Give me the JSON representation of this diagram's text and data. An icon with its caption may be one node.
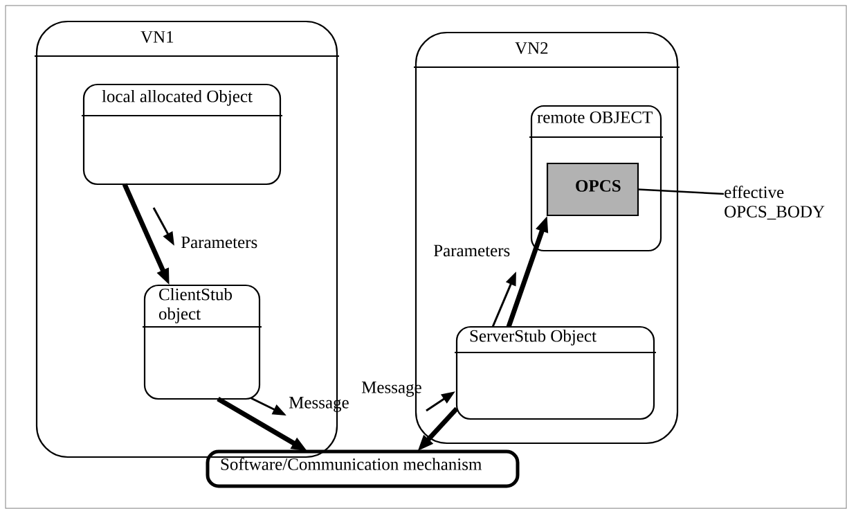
{
  "diagram": {
    "nodes": [
      {
        "text": [
          "VN1"
        ]
      },
      {
        "text": [
          "local allocated Object"
        ],
        "in": 0
      },
      {
        "text": [
          "ClientStub object"
        ],
        "in": 0
      },
      {
        "text": [
          "VN2"
        ]
      },
      {
        "text": [
          "remote OBJECT"
        ],
        "in": 3
      },
      {
        "text": [
          "OPCS"
        ],
        "in": 4
      },
      {
        "text": [
          "ServerStub Object"
        ],
        "in": 3
      },
      {
        "text": [
          "Software/Communication mechanism"
        ]
      },
      {
        "text": [
          "effective OPCS_BODY"
        ]
      }
    ],
    "edges": [
      {
        "from": 1,
        "to": 2,
        "arrow": "to",
        "label": "Parameters"
      },
      {
        "from": 2,
        "to": 7,
        "arrow": "to",
        "label": "Message"
      },
      {
        "from": 6,
        "to": 7,
        "arrow": "to",
        "label": "Message"
      },
      {
        "from": 6,
        "to": 5,
        "arrow": "to",
        "label": "Parameters"
      },
      {
        "from": 8,
        "to": 5,
        "arrow": "none"
      }
    ]
  }
}
